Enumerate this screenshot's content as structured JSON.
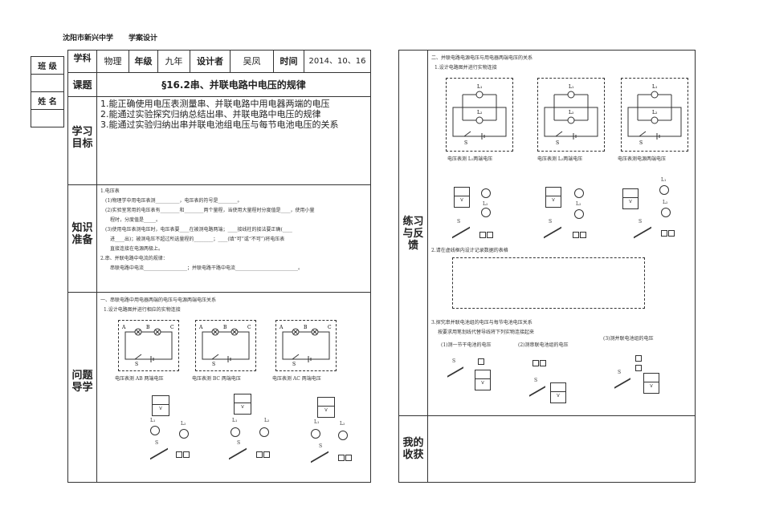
{
  "header": {
    "school": "沈阳市新兴中学",
    "doc_type": "学案设计"
  },
  "left_labels": {
    "class": "班 级",
    "name": "姓 名"
  },
  "info_row": {
    "subject_label": "学科",
    "subject": "物理",
    "grade_label": "年级",
    "grade": "九年",
    "designer_label": "设计者",
    "designer": "吴凤",
    "time_label": "时间",
    "time": "2014、10、16"
  },
  "topic": {
    "label": "课题",
    "title": "§16.2串、并联电路中电压的规律"
  },
  "goals": {
    "label": "学习目标",
    "items": [
      "1.能正确使用电压表测量串、并联电路中用电器两端的电压",
      "2.能通过实验探究归纳总结出串、并联电路中电压的规律",
      "3.能通过实验归纳出串并联电池组电压与每节电池电压的关系"
    ]
  },
  "prep": {
    "label": "知识准备",
    "lines": [
      "1.电压表",
      "(1)物理学中用电压表测__________，电压表的符号是________。",
      "(2)实验室常用的电压表有________和________两个量程，当使用大量程时分度值是____，使用小量",
      "程时，分度值是_____。",
      "(3)使用电压表测电压时，电压表要____在被测电路两端；____接线柱的接法要正确(____",
      "进____出)；被测电压不超过所选量程的________；____(填“可”或“不可”)将电压表",
      "直接连接在电源两极上。",
      "2.串、并联电路中电流的规律：",
      "串联电路中电流__________________；并联电路干路中电流__________________________。"
    ]
  },
  "guide": {
    "label": "问题导学",
    "heading": "一、串联电路中用电器两端的电压与电源两端电压关系",
    "sub": "1.设计电路图并进行相应的实物连接",
    "captions": [
      "电压表测 AB 两端电压",
      "电压表测 BC 两端电压",
      "电压表测 AC 两端电压"
    ]
  },
  "practice": {
    "label": "练习与反馈",
    "heading": "二、并联电路电源电压与用电器两端电压的关系",
    "sub": "1.设计电路图并进行实物连接",
    "captions": [
      "电压表测 L₁两端电压",
      "电压表测 L₂两端电压",
      "电压表测电源两端电压"
    ],
    "q2": "2.请在虚线框内设计记录数据的表格",
    "q3": "3.探究串并联电池组的电压与每节电池电压关系",
    "q3_sub": "按要求用笔划线代替导线将下列实物连接起来",
    "q3_items": [
      "(1)测一节干电池的电压",
      "(2)测串联电池组的电压",
      "(3)测并联电池组的电压"
    ]
  },
  "harvest": {
    "label": "我的收获"
  },
  "labels": {
    "L1": "L₁",
    "L2": "L₂",
    "S": "S",
    "A": "A",
    "B": "B",
    "C": "C",
    "meter": "V"
  }
}
